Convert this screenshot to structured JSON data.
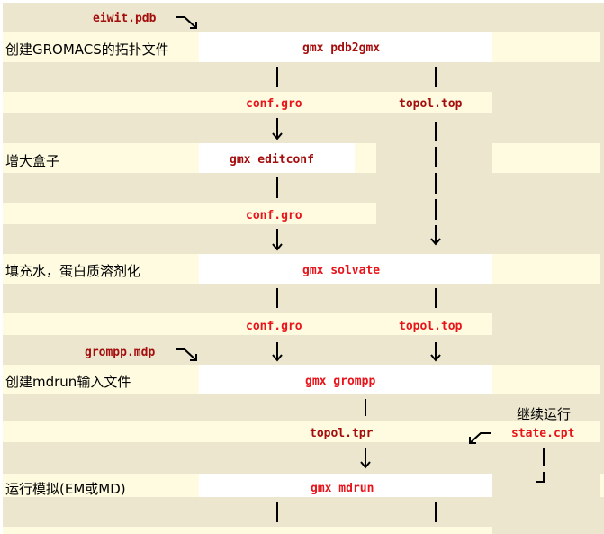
{
  "inputs": {
    "pdb": "eiwit.pdb",
    "mdp": "grompp.mdp"
  },
  "steps": [
    {
      "label": "创建GROMACS的拓扑文件",
      "command": "gmx pdb2gmx"
    },
    {
      "label": "增大盒子",
      "command": "gmx editconf"
    },
    {
      "label": "填充水，蛋白质溶剂化",
      "command": "gmx solvate"
    },
    {
      "label": "创建mdrun输入文件",
      "command": "gmx grompp"
    },
    {
      "label": "运行模拟(EM或MD)",
      "command": "gmx mdrun"
    }
  ],
  "files": {
    "conf1": "conf.gro",
    "top1": "topol.top",
    "conf2": "conf.gro",
    "conf3": "conf.gro",
    "top3": "topol.top",
    "tpr": "topol.tpr",
    "cpt": "state.cpt"
  },
  "continue_label": "继续运行",
  "colors": {
    "bg": "#ebe6cd",
    "row": "#fefbe0",
    "dark_red": "#a50d0d",
    "red": "#e8141a"
  }
}
